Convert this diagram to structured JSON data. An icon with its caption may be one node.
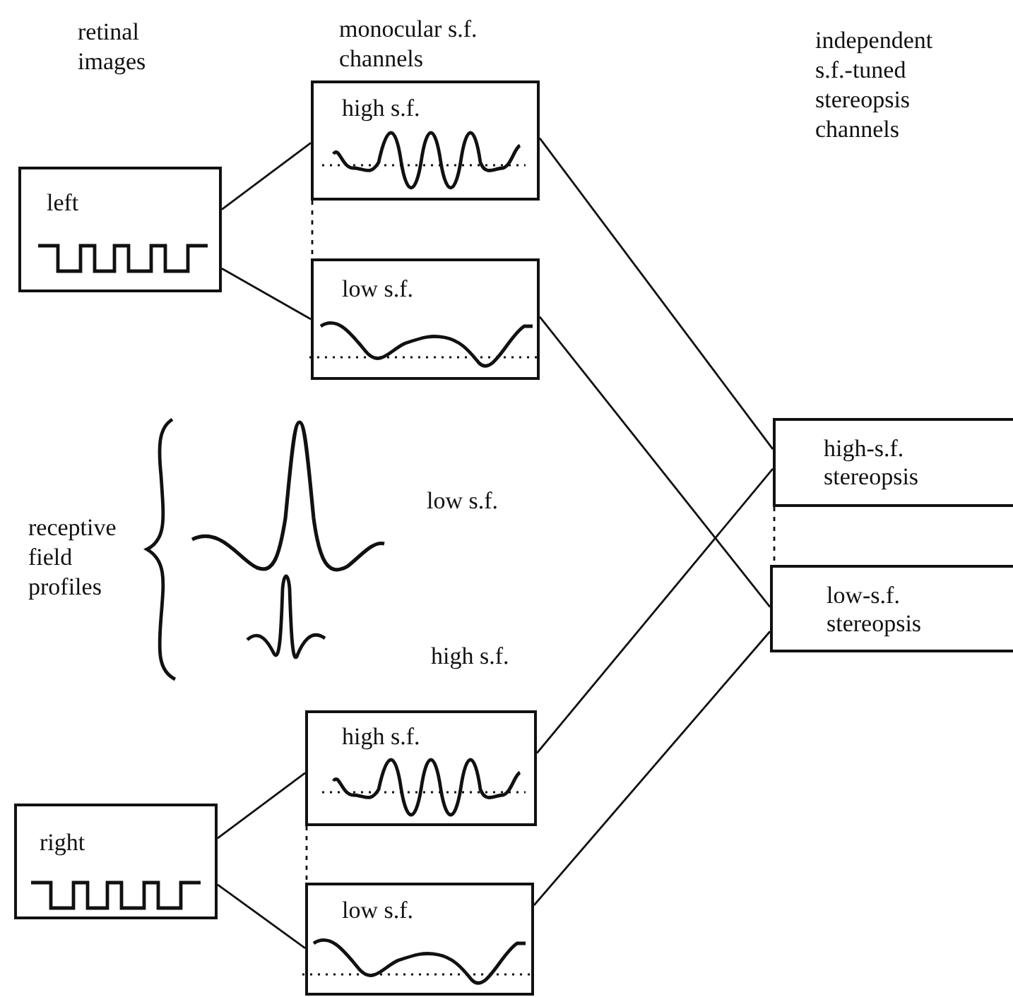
{
  "diagram": {
    "nodes": [
      {
        "text": [
          "left"
        ]
      },
      {
        "text": [
          "high s.f."
        ]
      },
      {
        "text": [
          "low s.f."
        ]
      },
      {
        "text": [
          "high-s.f. stereopsis"
        ]
      },
      {
        "text": [
          "low-s.f. stereopsis"
        ]
      },
      {
        "text": [
          "right"
        ]
      },
      {
        "text": [
          "high s.f."
        ]
      },
      {
        "text": [
          "low s.f."
        ]
      }
    ],
    "edges": [
      {
        "from": 0,
        "to": 1,
        "arrow": "none"
      },
      {
        "from": 0,
        "to": 2,
        "arrow": "none"
      },
      {
        "from": 1,
        "to": 2,
        "arrow": "none",
        "style": "dashed"
      },
      {
        "from": 1,
        "to": 3,
        "arrow": "none"
      },
      {
        "from": 2,
        "to": 4,
        "arrow": "none"
      },
      {
        "from": 3,
        "to": 4,
        "arrow": "none",
        "style": "dashed"
      },
      {
        "from": 5,
        "to": 6,
        "arrow": "none"
      },
      {
        "from": 5,
        "to": 7,
        "arrow": "none"
      },
      {
        "from": 6,
        "to": 7,
        "arrow": "none",
        "style": "dashed"
      },
      {
        "from": 6,
        "to": 3,
        "arrow": "none"
      },
      {
        "from": 7,
        "to": 4,
        "arrow": "none"
      }
    ],
    "labels": [
      "retinal images",
      "monocular s.f. channels",
      "independent s.f.-tuned stereopsis channels",
      "receptive field profiles",
      "low s.f.",
      "high s.f."
    ]
  }
}
